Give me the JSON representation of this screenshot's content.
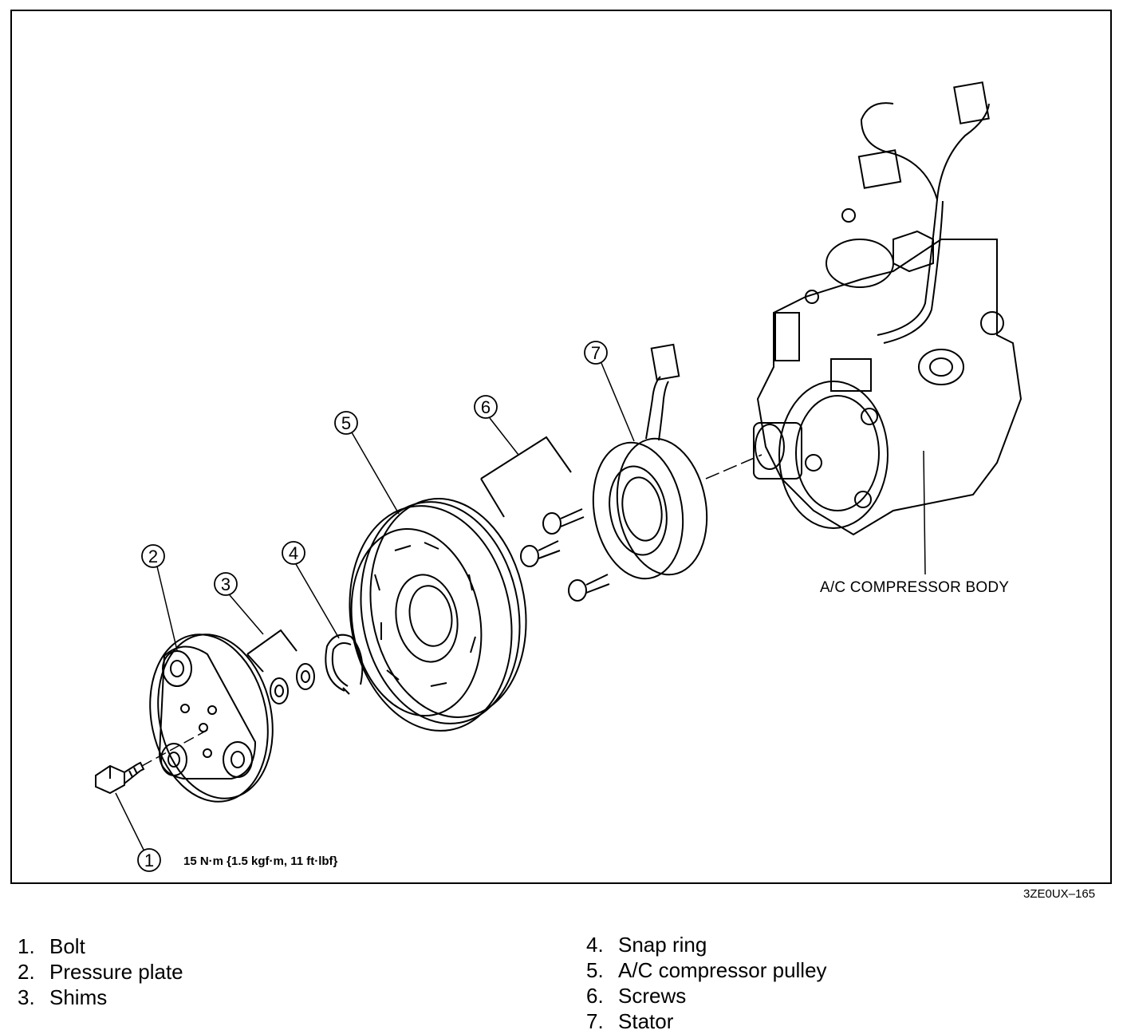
{
  "diagram": {
    "torque_spec": "15 N·m {1.5 kgf·m, 11 ft·lbf}",
    "compressor_body_label": "A/C COMPRESSOR BODY",
    "figure_code": "3ZE0UX–165",
    "callouts": {
      "c1": "1",
      "c2": "2",
      "c3": "3",
      "c4": "4",
      "c5": "5",
      "c6": "6",
      "c7": "7"
    }
  },
  "legend": {
    "left": [
      {
        "num": "1.",
        "text": "Bolt"
      },
      {
        "num": "2.",
        "text": "Pressure plate"
      },
      {
        "num": "3.",
        "text": "Shims"
      }
    ],
    "right": [
      {
        "num": "4.",
        "text": "Snap ring"
      },
      {
        "num": "5.",
        "text": "A/C compressor pulley"
      },
      {
        "num": "6.",
        "text": "Screws"
      },
      {
        "num": "7.",
        "text": "Stator"
      }
    ]
  }
}
